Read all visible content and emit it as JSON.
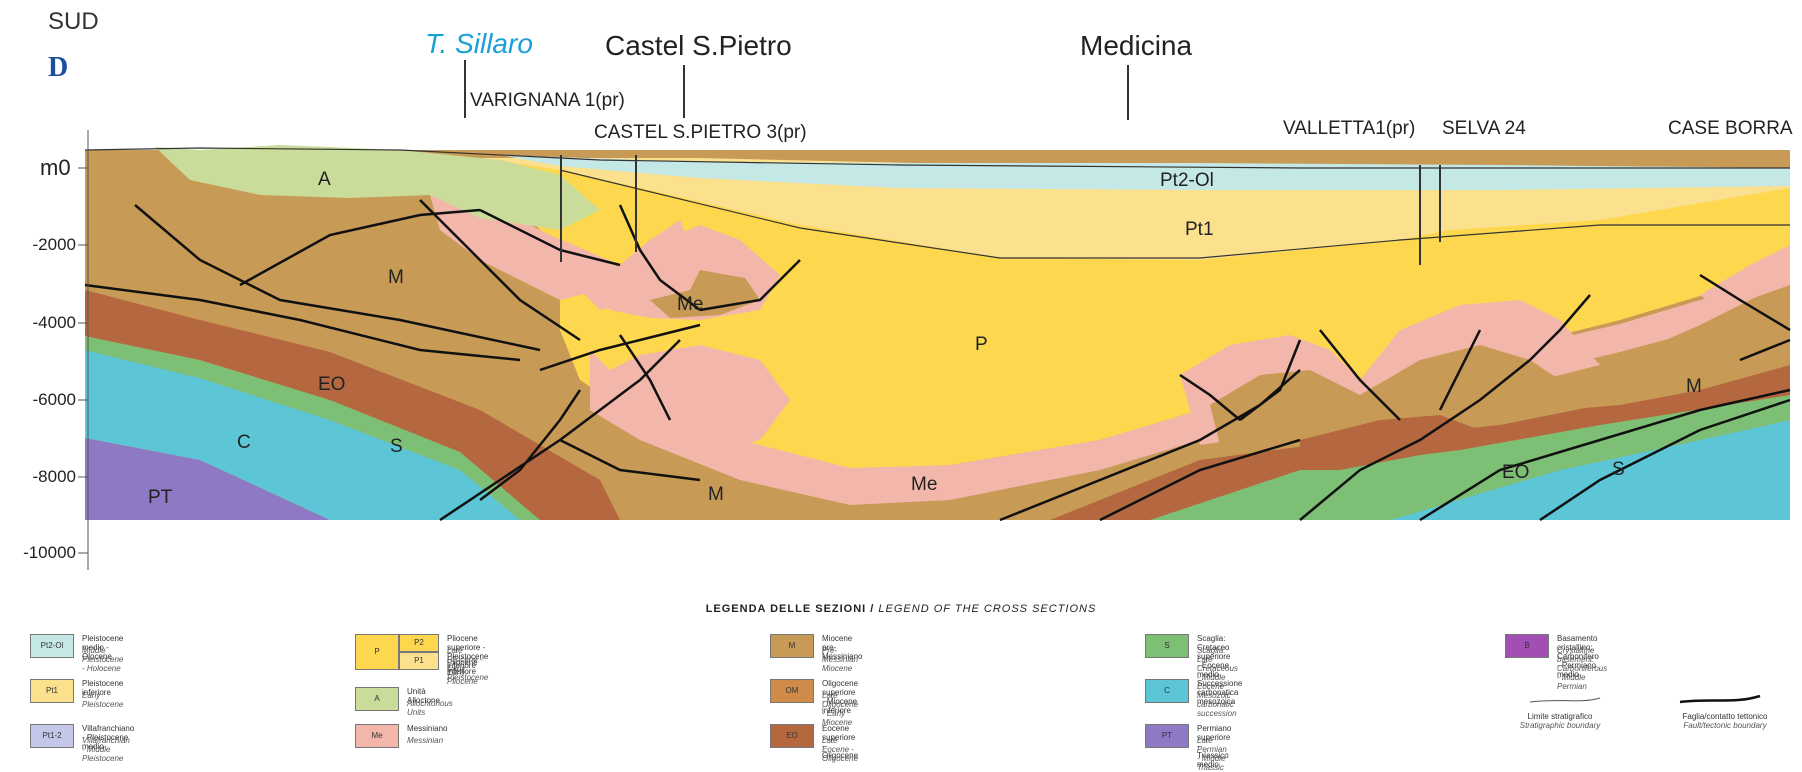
{
  "header": {
    "direction": "SUD",
    "section_letter": "D",
    "river": "T. Sillaro",
    "towns": [
      "Castel S.Pietro",
      "Medicina"
    ],
    "wells": [
      "VARIGNANA 1(pr)",
      "CASTEL S.PIETRO 3(pr)",
      "VALLETTA1(pr)",
      "SELVA 24",
      "CASE BORRA"
    ]
  },
  "axis": {
    "unit": "m",
    "ticks": [
      "0",
      "-2000",
      "-4000",
      "-6000",
      "-8000",
      "-10000"
    ]
  },
  "units_labels": {
    "A": "A",
    "M_left": "M",
    "Me_top": "Me",
    "EO_left": "EO",
    "C": "C",
    "S_left": "S",
    "PT": "PT",
    "Pt2Ol": "Pt2-Ol",
    "Pt1": "Pt1",
    "P": "P",
    "Me_bottom": "Me",
    "M_bottom": "M",
    "EO_right": "EO",
    "S_right": "S",
    "M_right": "M"
  },
  "colors": {
    "A": "#c9dc9a",
    "M": "#c79a55",
    "EO": "#b5683f",
    "C": "#5cc6d6",
    "S": "#7dbf74",
    "PT": "#8d79c4",
    "P": "#fdd84e",
    "Pt1": "#fbe08e",
    "Pt2Ol": "#c4e8e6",
    "Me": "#f2b6ab",
    "PT2": "#c4c6ea"
  },
  "legend": {
    "title": "LEGENDA DELLE SEZIONI /",
    "title_en": "LEGEND OF THE CROSS SECTIONS",
    "items": [
      {
        "code": "Pt2-Ol",
        "color": "#c4e8e6",
        "it": "Pleistocene medio - Olocene",
        "en": "Middle Pleistocene - Holocene"
      },
      {
        "code": "Pt1",
        "color": "#fbe08e",
        "it": "Pleistocene inferiore",
        "en": "Early Pleistocene"
      },
      {
        "code": "Pt1-2",
        "color": "#c4c6ea",
        "it": "Villafranchiano - Pleistocene medio",
        "en": "Villafranchian - Middle Pleistocene"
      },
      {
        "code": "P",
        "color": "#fdd84e",
        "it": "Pliocene superiore - Pleistocene inferiore",
        "en": "Late Pliocene - Early Pleistocene"
      },
      {
        "code": "A",
        "color": "#c9dc9a",
        "it": "Unità Alloctone",
        "en": "Allochtonous Units"
      },
      {
        "code": "Me",
        "color": "#f2b6ab",
        "it": "Messiniano",
        "en": "Messinian"
      },
      {
        "code": "M",
        "color": "#c79a55",
        "it": "Miocene pre-Messiniano",
        "en": "Pre-Messinian Miocene"
      },
      {
        "code": "OM",
        "color": "#d08a4a",
        "it": "Oligocene superiore - Miocene inferiore",
        "en": "Late Oligocene - Early Miocene"
      },
      {
        "code": "EO",
        "color": "#b5683f",
        "it": "Eocene superiore - Oligocene",
        "en": "Late Eocene - Oligocene"
      },
      {
        "code": "S",
        "color": "#7dbf74",
        "it": "Scaglia: Cretaceo superiore - Eocene medio",
        "en": "Scaglia: Late Cretaceous - Middle Eocene"
      },
      {
        "code": "C",
        "color": "#5cc6d6",
        "it": "Successione carbonatica mesozoica",
        "en": "Mesozoic carbonatic succession"
      },
      {
        "code": "PT",
        "color": "#8d79c4",
        "it": "Permiano superiore - Triassico medio",
        "en": "Late Permian - Middle Triassic"
      },
      {
        "code": "B",
        "color": "#a24fb3",
        "it": "Basamento cristallino: Carbonifero - Permiano medio",
        "en": "Crystalline basement: Carboniferous - Middle Permian"
      }
    ],
    "p_sub": [
      "P2",
      "P1"
    ],
    "p_sub_text": [
      "Pliocene inferiore",
      "Early Pliocene"
    ],
    "lines": [
      {
        "it": "Limite stratigrafico",
        "en": "Stratigraphic boundary"
      },
      {
        "it": "Faglia/contatto tettonico",
        "en": "Fault/tectonic boundary"
      }
    ]
  }
}
